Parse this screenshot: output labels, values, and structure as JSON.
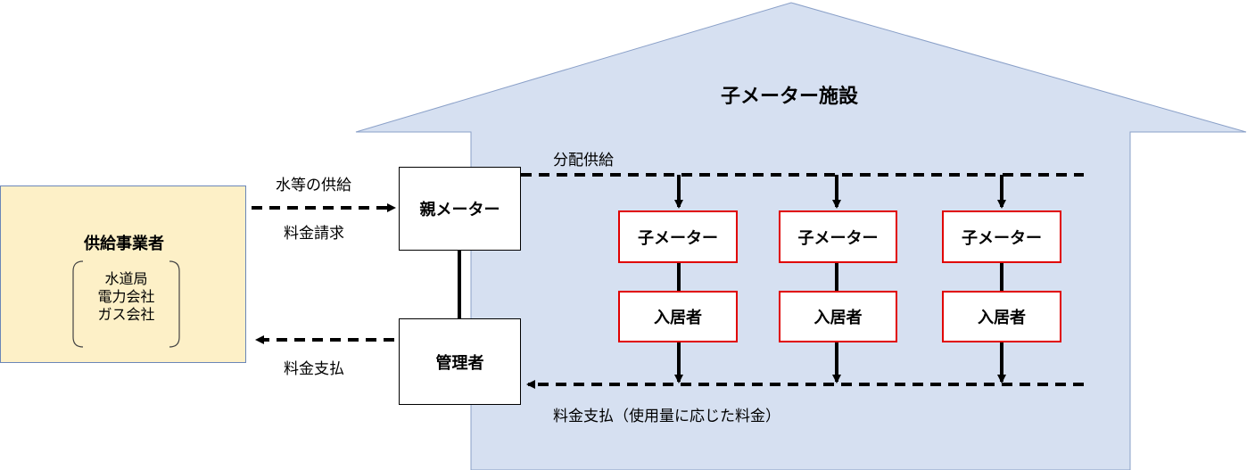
{
  "facility": {
    "title": "子メーター施設"
  },
  "supplier": {
    "name": "供給事業者",
    "items": [
      "水道局",
      "電力会社",
      "ガス会社"
    ]
  },
  "flows": {
    "supply": "水等の供給",
    "billing": "料金請求",
    "payment_to_supplier": "料金支払",
    "distribution": "分配供給",
    "tenant_payment": "料金支払（使用量に応じた料金）"
  },
  "parent_meter": {
    "label": "親メーター"
  },
  "manager": {
    "label": "管理者"
  },
  "units": [
    {
      "meter": "子メーター",
      "resident": "入居者"
    },
    {
      "meter": "子メーター",
      "resident": "入居者"
    },
    {
      "meter": "子メーター",
      "resident": "入居者"
    }
  ],
  "colors": {
    "house_fill": "#d6e0f1",
    "house_stroke": "#8aa0c8",
    "supplier_fill": "#fdf0c7",
    "supplier_stroke": "#6b86b8",
    "child_box_border": "#e00000"
  }
}
